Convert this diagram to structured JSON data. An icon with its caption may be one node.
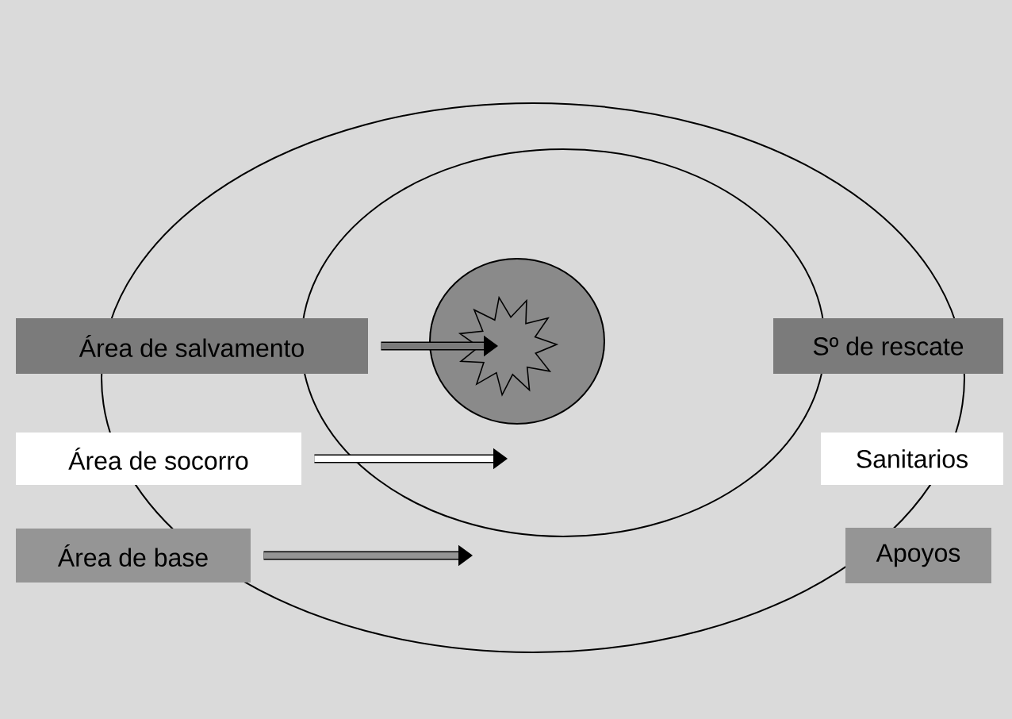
{
  "diagram": {
    "nodes": [
      {
        "text": [],
        "shape": "circle"
      },
      {
        "text": [],
        "shape": "circle",
        "in": 0
      },
      {
        "text": [],
        "shape": "circle",
        "in": 1
      },
      {
        "text": [],
        "shape": "star",
        "in": 2
      },
      {
        "text": [
          "Área de salvamento"
        ]
      },
      {
        "text": [
          "Área de socorro"
        ]
      },
      {
        "text": [
          "Área de base"
        ]
      },
      {
        "text": [
          "Sº de rescate"
        ]
      },
      {
        "text": [
          "Sanitarios"
        ]
      },
      {
        "text": [
          "Apoyos"
        ]
      }
    ],
    "edges": [
      {
        "from": 4,
        "to": 3,
        "arrow": "to"
      },
      {
        "from": 5,
        "to": null,
        "arrow": "to"
      },
      {
        "from": 6,
        "to": null,
        "arrow": "to"
      }
    ]
  }
}
